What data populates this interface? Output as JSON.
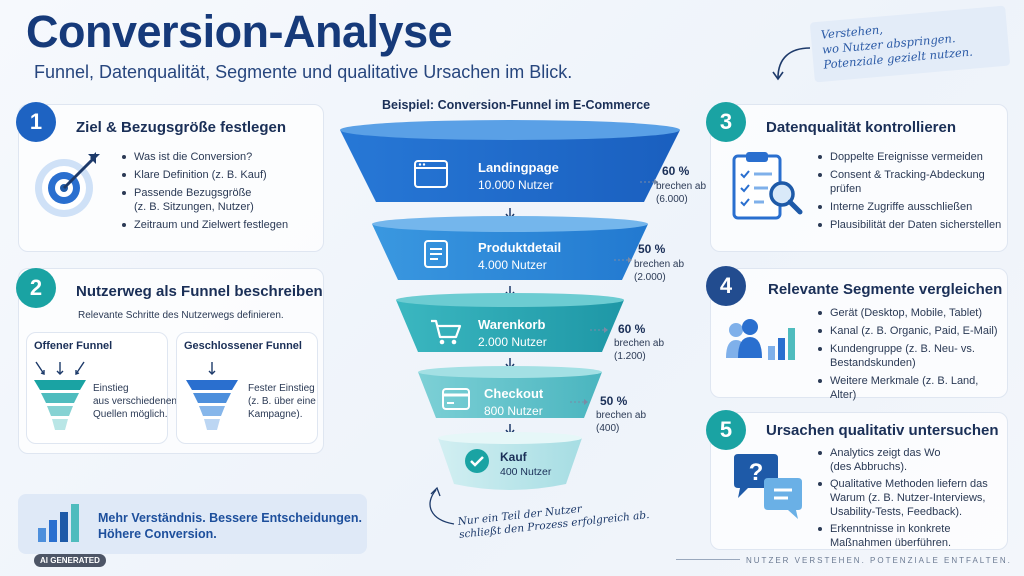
{
  "header": {
    "title": "Conversion-Analyse",
    "subtitle": "Funnel, Datenqualität, Segmente und qualitative Ursachen im Blick.",
    "note_lines": [
      "Verstehen,",
      "wo Nutzer abspringen.",
      "Potenziale gezielt nutzen."
    ]
  },
  "sections": [
    {
      "number": "1",
      "title": "Ziel & Bezugsgröße festlegen",
      "items": [
        "Was ist die Conversion?",
        "Klare Definition (z. B. Kauf)",
        "Passende Bezugsgröße\n(z. B. Sitzungen, Nutzer)",
        "Zeitraum und Zielwert festlegen"
      ]
    },
    {
      "number": "2",
      "title": "Nutzerweg als Funnel beschreiben",
      "description": "Relevante Schritte des Nutzerwegs definieren.",
      "open": {
        "title": "Offener Funnel",
        "text": [
          "Einstieg",
          "aus verschiedenen",
          "Quellen möglich."
        ]
      },
      "closed": {
        "title": "Geschlossener Funnel",
        "text": [
          "Fester Einstieg",
          "(z. B. über eine",
          "Kampagne)."
        ]
      }
    },
    {
      "number": "3",
      "title": "Datenqualität kontrollieren",
      "items": [
        "Doppelte Ereignisse vermeiden",
        "Consent & Tracking-Abdeckung\nprüfen",
        "Interne Zugriffe ausschließen",
        "Plausibilität der Daten sicherstellen"
      ]
    },
    {
      "number": "4",
      "title": "Relevante Segmente vergleichen",
      "items": [
        "Gerät (Desktop, Mobile, Tablet)",
        "Kanal (z. B. Organic, Paid, E-Mail)",
        "Kundengruppe (z. B. Neu- vs.\nBestandskunden)",
        "Weitere Merkmale (z. B. Land, Alter)"
      ]
    },
    {
      "number": "5",
      "title": "Ursachen qualitativ untersuchen",
      "items": [
        "Analytics zeigt das Wo\n(des Abbruchs).",
        "Qualitative Methoden liefern das\nWarum (z. B. Nutzer-Interviews,\nUsability-Tests, Feedback).",
        "Erkenntnisse in konkrete\nMaßnahmen überführen."
      ]
    }
  ],
  "funnel": {
    "title": "Beispiel: Conversion-Funnel im E-Commerce",
    "stages": [
      {
        "label": "Landingpage",
        "value": "10.000 Nutzer",
        "drop_pct": "60 %",
        "drop_text": "brechen ab",
        "drop_count": "(6.000)",
        "color": "#1f6fd0",
        "icon": "browser-icon"
      },
      {
        "label": "Produktdetail",
        "value": "4.000 Nutzer",
        "drop_pct": "50 %",
        "drop_text": "brechen ab",
        "drop_count": "(2.000)",
        "color": "#2a8bdc",
        "icon": "document-icon"
      },
      {
        "label": "Warenkorb",
        "value": "2.000 Nutzer",
        "drop_pct": "60 %",
        "drop_text": "brechen ab",
        "drop_count": "(1.200)",
        "color": "#27a9b5",
        "icon": "cart-icon"
      },
      {
        "label": "Checkout",
        "value": "800 Nutzer",
        "drop_pct": "50 %",
        "drop_text": "brechen ab",
        "drop_count": "(400)",
        "color": "#5fc4cc",
        "icon": "card-icon"
      },
      {
        "label": "Kauf",
        "value": "400 Nutzer",
        "color": "#b9e4ea",
        "icon": "check-icon"
      }
    ],
    "note_lines": [
      "Nur ein Teil der Nutzer",
      "schließt den Prozess erfolgreich ab."
    ]
  },
  "footer": {
    "line1": "Mehr Verständnis. Bessere Entscheidungen.",
    "line2": "Höhere Conversion.",
    "badge": "AI GENERATED",
    "slogan": "NUTZER VERSTEHEN. POTENZIALE ENTFALTEN."
  }
}
